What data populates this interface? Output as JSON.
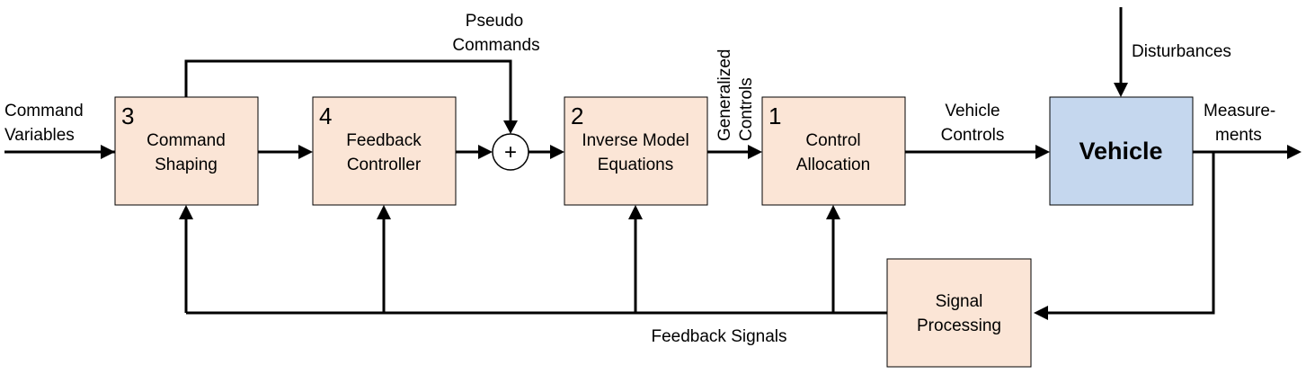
{
  "blocks": {
    "command_shaping": {
      "number": "3",
      "line1": "Command",
      "line2": "Shaping"
    },
    "feedback_controller": {
      "number": "4",
      "line1": "Feedback",
      "line2": "Controller"
    },
    "inverse_model": {
      "number": "2",
      "line1": "Inverse Model",
      "line2": "Equations"
    },
    "control_allocation": {
      "number": "1",
      "line1": "Control",
      "line2": "Allocation"
    },
    "vehicle": {
      "label": "Vehicle",
      "fill": "#c5d7ee"
    },
    "signal_processing": {
      "line1": "Signal",
      "line2": "Processing"
    },
    "block_fill": "#fbe5d6"
  },
  "summing_junction": {
    "symbol": "+"
  },
  "labels": {
    "command_variables": {
      "line1": "Command",
      "line2": "Variables"
    },
    "pseudo_commands": {
      "line1": "Pseudo",
      "line2": "Commands"
    },
    "generalized_controls": {
      "line1": "Generalized",
      "line2": "Controls"
    },
    "vehicle_controls": {
      "line1": "Vehicle",
      "line2": "Controls"
    },
    "disturbances": "Disturbances",
    "measurements": {
      "line1": "Measure-",
      "line2": "ments"
    },
    "feedback_signals": "Feedback Signals"
  }
}
